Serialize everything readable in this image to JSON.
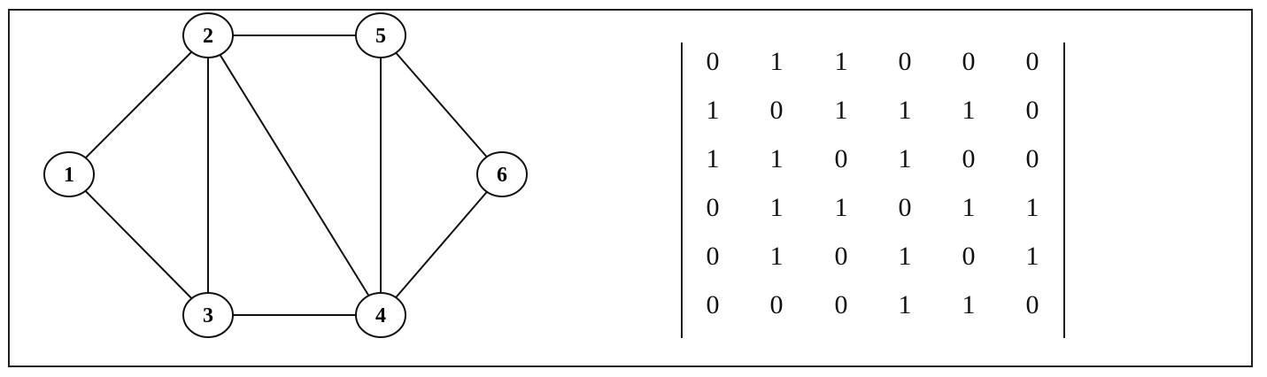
{
  "graph": {
    "nodes": [
      {
        "id": "1",
        "label": "1"
      },
      {
        "id": "2",
        "label": "2"
      },
      {
        "id": "3",
        "label": "3"
      },
      {
        "id": "4",
        "label": "4"
      },
      {
        "id": "5",
        "label": "5"
      },
      {
        "id": "6",
        "label": "6"
      }
    ],
    "edges": [
      [
        "1",
        "2"
      ],
      [
        "1",
        "3"
      ],
      [
        "2",
        "3"
      ],
      [
        "2",
        "4"
      ],
      [
        "2",
        "5"
      ],
      [
        "3",
        "4"
      ],
      [
        "4",
        "5"
      ],
      [
        "4",
        "6"
      ],
      [
        "5",
        "6"
      ]
    ]
  },
  "matrix": {
    "rows": [
      [
        "0",
        "1",
        "1",
        "0",
        "0",
        "0"
      ],
      [
        "1",
        "0",
        "1",
        "1",
        "1",
        "0"
      ],
      [
        "1",
        "1",
        "0",
        "1",
        "0",
        "0"
      ],
      [
        "0",
        "1",
        "1",
        "0",
        "1",
        "1"
      ],
      [
        "0",
        "1",
        "0",
        "1",
        "0",
        "1"
      ],
      [
        "0",
        "0",
        "0",
        "1",
        "1",
        "0"
      ]
    ]
  }
}
